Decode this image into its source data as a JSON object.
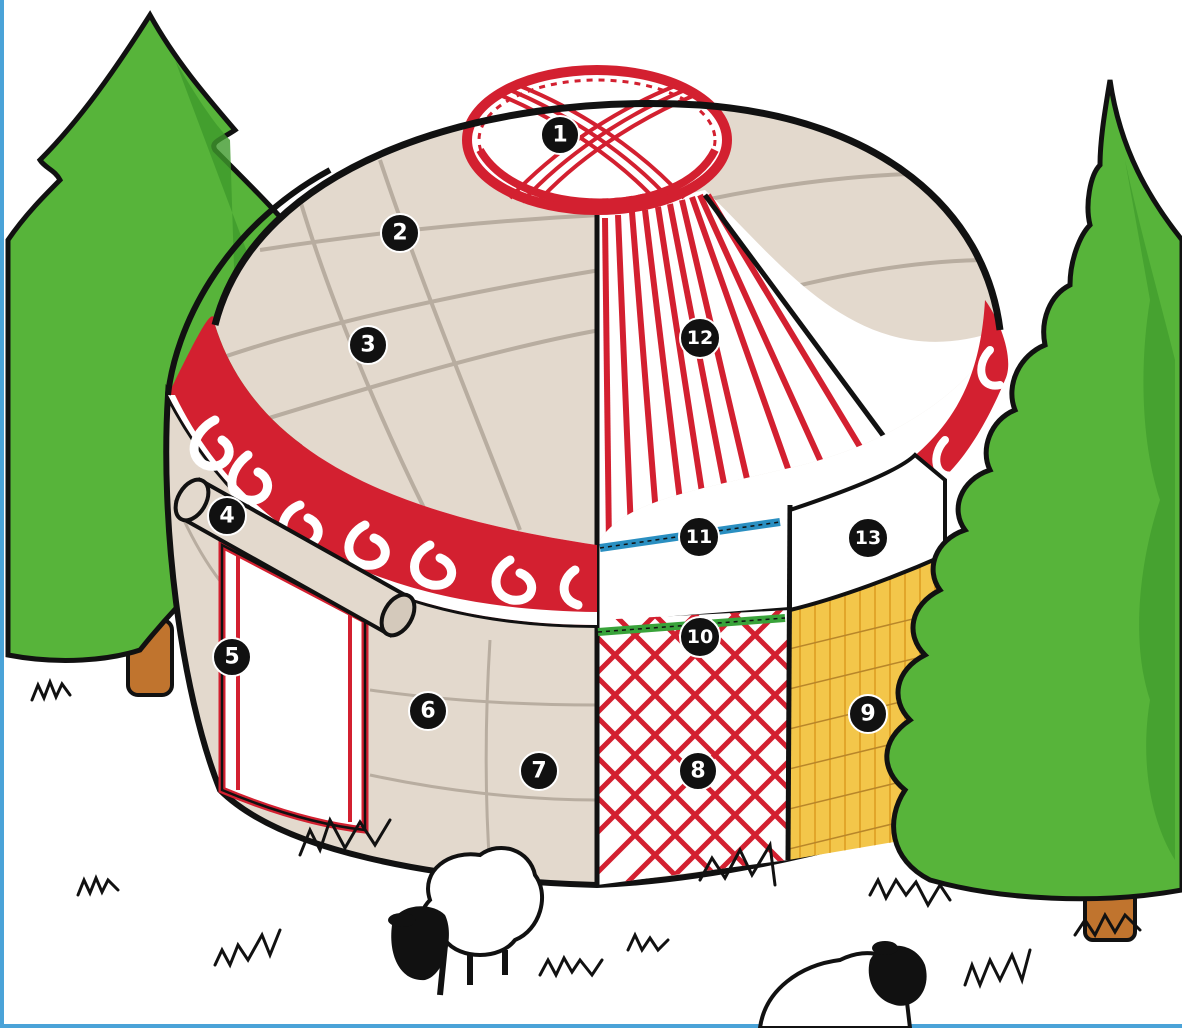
{
  "diagram": {
    "markers": [
      {
        "id": "marker-1",
        "label": "1"
      },
      {
        "id": "marker-2",
        "label": "2"
      },
      {
        "id": "marker-3",
        "label": "3"
      },
      {
        "id": "marker-4",
        "label": "4"
      },
      {
        "id": "marker-5",
        "label": "5"
      },
      {
        "id": "marker-6",
        "label": "6"
      },
      {
        "id": "marker-7",
        "label": "7"
      },
      {
        "id": "marker-8",
        "label": "8"
      },
      {
        "id": "marker-9",
        "label": "9"
      },
      {
        "id": "marker-10",
        "label": "10"
      },
      {
        "id": "marker-11",
        "label": "11"
      },
      {
        "id": "marker-12",
        "label": "12"
      },
      {
        "id": "marker-13",
        "label": "13"
      }
    ]
  },
  "colors": {
    "felt": "#e3d9cd",
    "red": "#d32030",
    "tree": "#57b43a",
    "tree_dark": "#3f9a2c",
    "trunk": "#c0742e",
    "reed": "#f3c64a",
    "blue_band": "#2a8fc1",
    "green_band": "#39a33a",
    "outline": "#111111",
    "marker": "#111111"
  }
}
